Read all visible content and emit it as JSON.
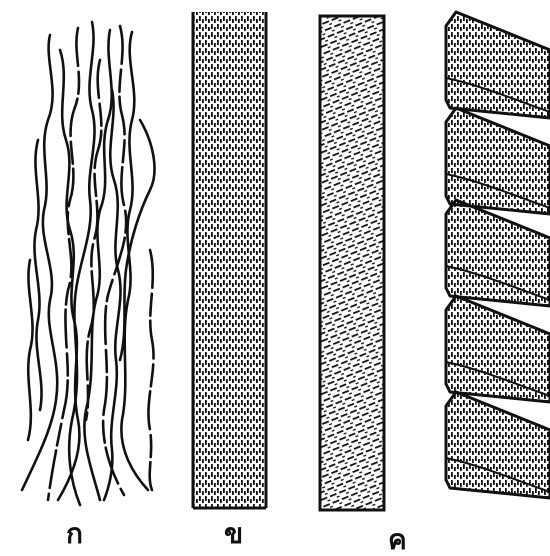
{
  "labels": {
    "panel_a": "ก",
    "panel_b": "ข",
    "panel_c": "ค"
  },
  "colors": {
    "ink": "#111111",
    "paper": "#ffffff"
  }
}
